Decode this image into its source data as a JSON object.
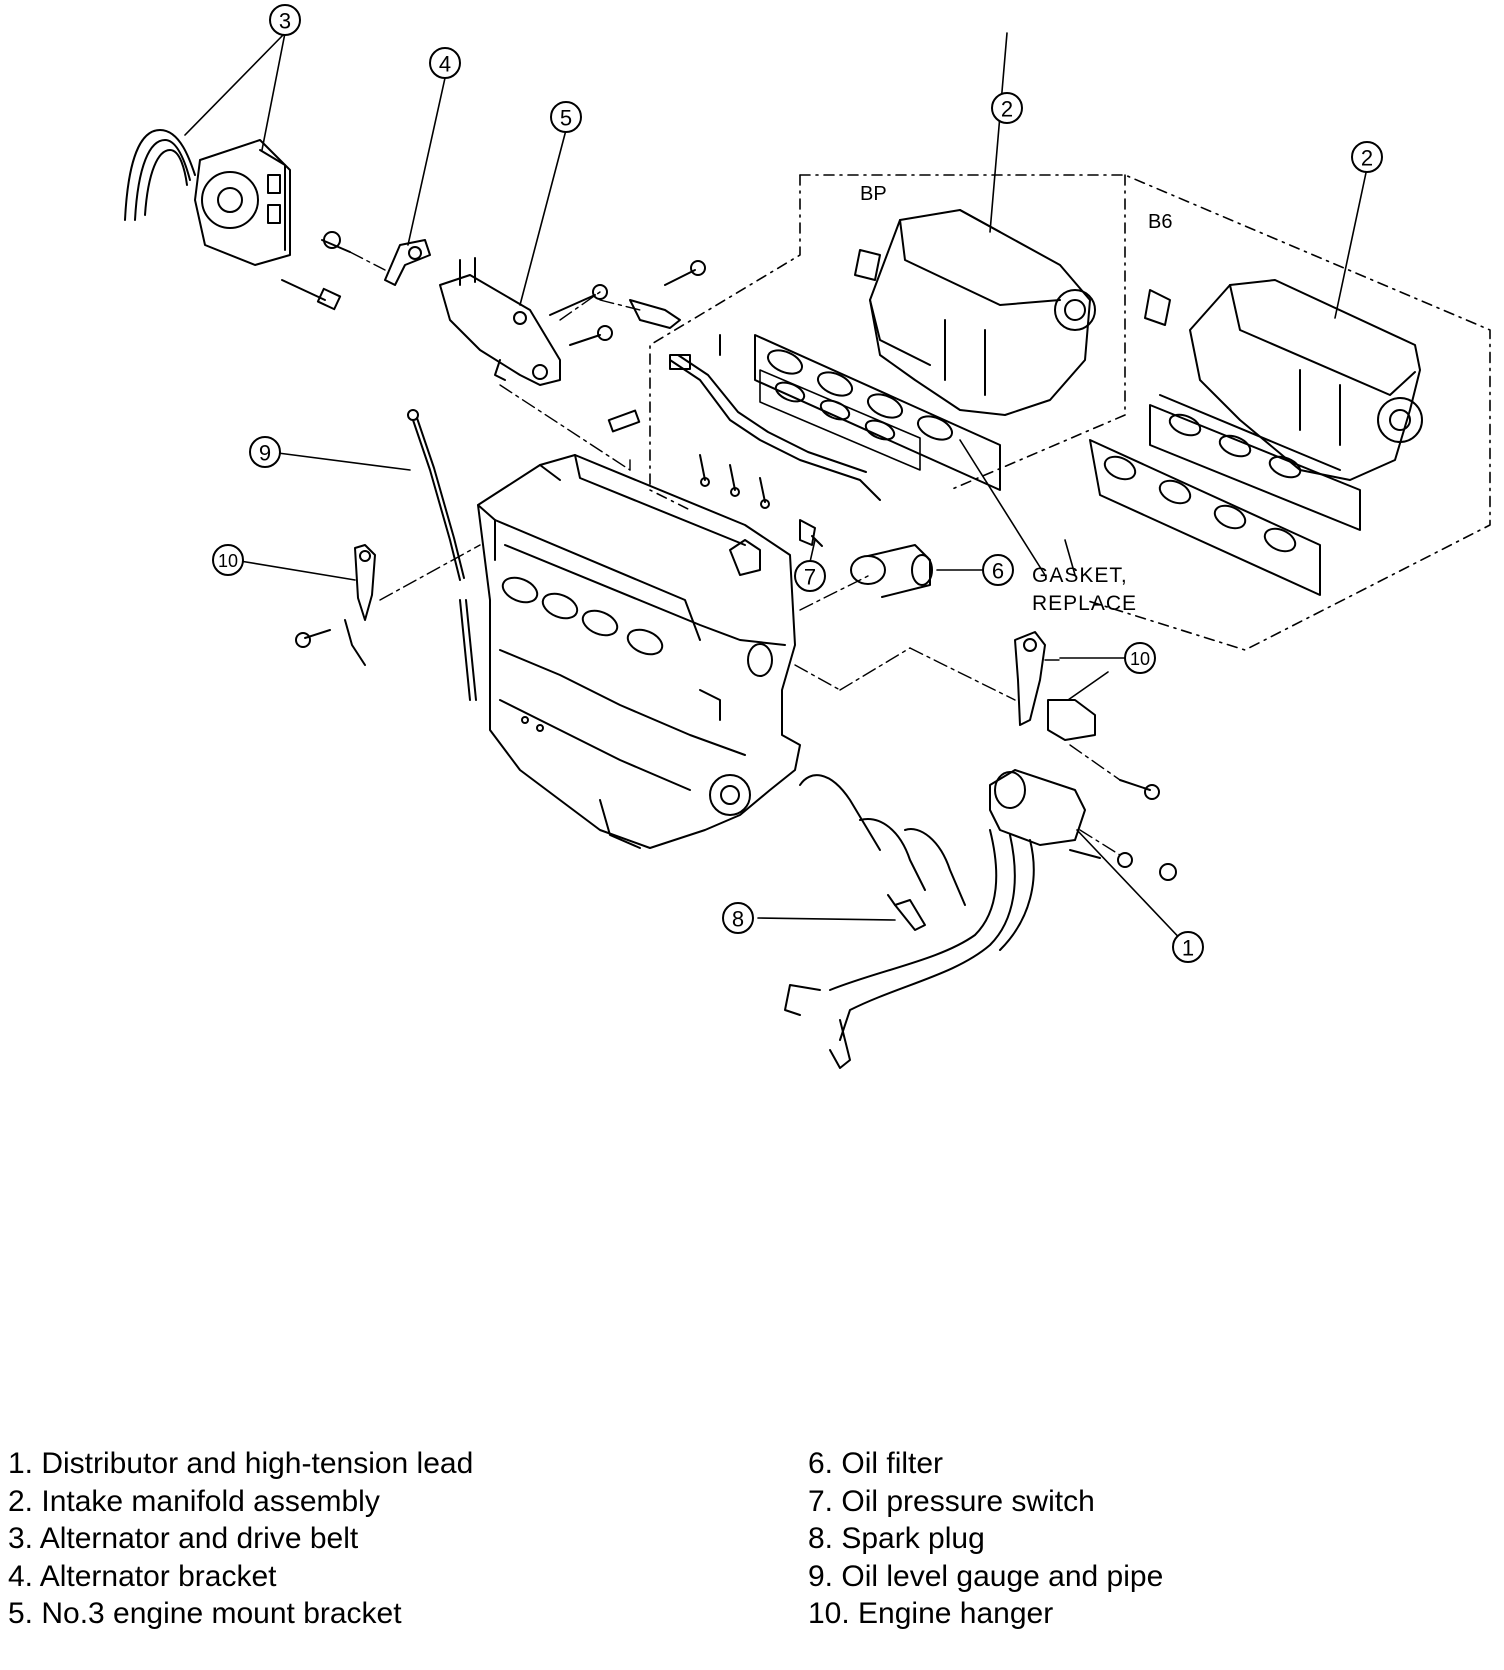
{
  "diagram": {
    "group_labels": {
      "bp": "BP",
      "b6": "B6"
    },
    "gasket_note": {
      "line1": "GASKET,",
      "line2": "REPLACE"
    },
    "callouts": [
      "1",
      "2",
      "2",
      "3",
      "4",
      "5",
      "6",
      "7",
      "8",
      "9",
      "10",
      "10"
    ]
  },
  "legend": {
    "left": [
      "1. Distributor and high-tension lead",
      "2. Intake manifold assembly",
      "3. Alternator and drive belt",
      "4. Alternator bracket",
      "5. No.3 engine mount bracket"
    ],
    "right": [
      "6. Oil filter",
      "7. Oil pressure switch",
      "8. Spark plug",
      "9. Oil level gauge and pipe",
      "10. Engine hanger"
    ]
  }
}
